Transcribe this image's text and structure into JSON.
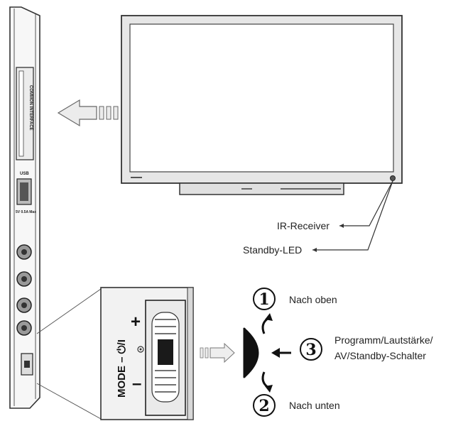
{
  "side_panel": {
    "common_interface_label": "COMMON INTERFACE",
    "usb_label": "USB",
    "usb_sub_label": "5V 0.5A Max"
  },
  "control_zoom": {
    "mode_label": "MODE – ⏻/I",
    "plus_label": "+",
    "minus_label": "–"
  },
  "callouts": {
    "ir_receiver": "IR-Receiver",
    "standby_led": "Standby-LED"
  },
  "steps": [
    {
      "number": "1",
      "label": "Nach oben"
    },
    {
      "number": "2",
      "label": "Nach unten"
    },
    {
      "number": "3",
      "label_line1": "Programm/Lautstärke/",
      "label_line2": "AV/Standby-Schalter"
    }
  ],
  "colors": {
    "line": "#333333",
    "panel_fill": "#f2f2f2",
    "arrow_fill": "#e6e6e6"
  },
  "icons": [
    "arrow-left-icon",
    "arrow-right-icon",
    "rocker-switch-icon",
    "ir-sensor-icon"
  ]
}
